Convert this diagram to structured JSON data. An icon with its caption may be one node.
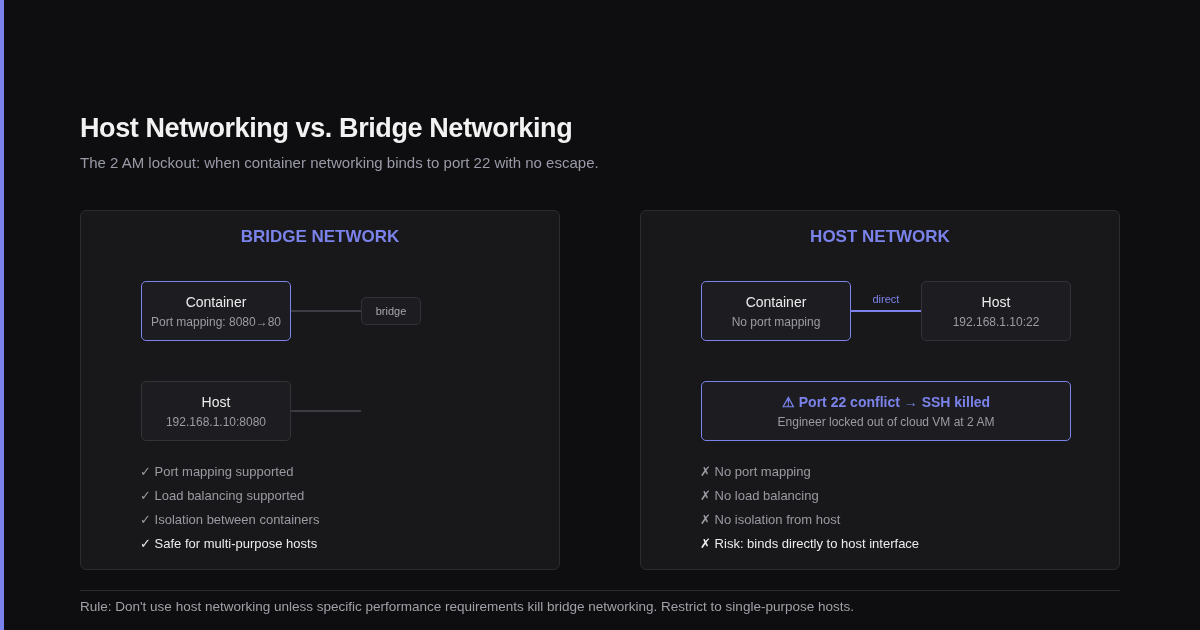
{
  "diagram": {
    "title": "Host Networking vs. Bridge Networking",
    "caption": "Rule: Don't use host networking unless specific performance requirements kill bridge networking. Restrict to single-purpose hosts.",
    "nodes": [
      {
        "text": [
          "BRIDGE NETWORK"
        ]
      },
      {
        "text": [
          "Container",
          "Port mapping: 8080→80"
        ],
        "in": 0
      },
      {
        "text": [
          "bridge"
        ],
        "in": 0
      },
      {
        "text": [
          "Host",
          "192.168.1.10:8080"
        ],
        "in": 0
      },
      {
        "text": [
          "HOST NETWORK"
        ]
      },
      {
        "text": [
          "Container",
          "No port mapping"
        ],
        "in": 4
      },
      {
        "text": [
          "Host",
          "192.168.1.10:22"
        ],
        "in": 4
      },
      {
        "text": [
          "⚠ Port 22 conflict → SSH killed",
          "Engineer locked out of cloud VM at 2 AM"
        ],
        "in": 4
      }
    ],
    "edges": [
      {
        "from": 1,
        "to": 2,
        "arrow": "none"
      },
      {
        "from": 3,
        "to": null,
        "arrow": "none"
      },
      {
        "from": 5,
        "to": 6,
        "arrow": "none",
        "label": "direct",
        "color": "#7b83eb"
      }
    ],
    "labels": [
      "The 2 AM lockout: when container networking binds to port 22 with no escape.",
      "✓ Port mapping supported",
      "✓ Load balancing supported",
      "✓ Isolation between containers",
      "✓ Safe for multi-purpose hosts",
      "✗ No port mapping",
      "✗ No load balancing",
      "✗ No isolation from host",
      "✗ Risk: binds directly to host interface"
    ]
  }
}
